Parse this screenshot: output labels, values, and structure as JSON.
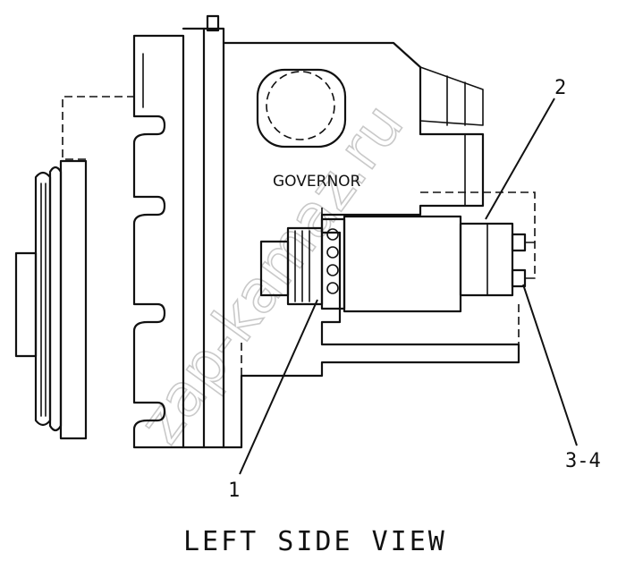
{
  "labels": {
    "governor": "GOVERNOR",
    "callout_1": "1",
    "callout_2": "2",
    "callout_3_4": "3-4",
    "caption": "LEFT SIDE VIEW"
  },
  "watermark": "zap-kamaz.ru"
}
